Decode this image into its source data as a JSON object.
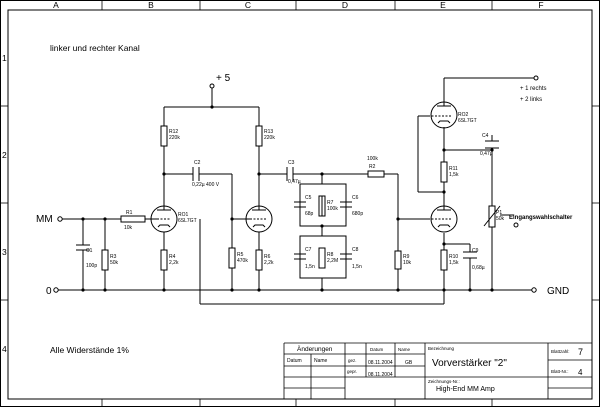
{
  "frame": {
    "columns": [
      "A",
      "B",
      "C",
      "D",
      "E",
      "F"
    ],
    "rows": [
      "1",
      "2",
      "3",
      "4"
    ]
  },
  "notes": {
    "top": "linker und rechter Kanal",
    "bottom": "Alle Widerstände 1%",
    "output1": "+ 1 rechts",
    "output2": "+ 2 links",
    "selector": "Eingangswahlschalter"
  },
  "nets": {
    "supply": "+ 5",
    "input": "MM",
    "ground_left": "0",
    "ground_right": "GND"
  },
  "components": {
    "R1": {
      "ref": "R1",
      "value": "10k"
    },
    "C1": {
      "ref": "C1",
      "value": "100p"
    },
    "R3": {
      "ref": "R3",
      "value": "50k"
    },
    "R12": {
      "ref": "R12",
      "value": "220k"
    },
    "RO1": {
      "ref": "RO1",
      "value": "6SL7GT"
    },
    "R4": {
      "ref": "R4",
      "value": "2,2k"
    },
    "C2": {
      "ref": "C2",
      "value": "0,22µ 400 V"
    },
    "R13": {
      "ref": "R13",
      "value": "220k"
    },
    "R5": {
      "ref": "R5",
      "value": "470k"
    },
    "R6": {
      "ref": "R6",
      "value": "2,2k"
    },
    "C3": {
      "ref": "C3",
      "value": "0,47µ"
    },
    "C5": {
      "ref": "C5",
      "value": "68p"
    },
    "R7": {
      "ref": "R7",
      "value": "100k"
    },
    "C6": {
      "ref": "C6",
      "value": "680p"
    },
    "C7": {
      "ref": "C7",
      "value": "1,5n"
    },
    "R8": {
      "ref": "R8",
      "value": "2,2M"
    },
    "C8": {
      "ref": "C8",
      "value": "1,5n"
    },
    "R2": {
      "ref": "R2",
      "value": "100k"
    },
    "R9": {
      "ref": "R9",
      "value": "10k"
    },
    "RO2": {
      "ref": "RO2",
      "value": "6SL7GT"
    },
    "C4": {
      "ref": "C4",
      "value": "0,47µ"
    },
    "R11": {
      "ref": "R11",
      "value": "1,5k"
    },
    "R10": {
      "ref": "R10",
      "value": "1,5k"
    },
    "C9": {
      "ref": "C9",
      "value": "0,68µ"
    },
    "P1": {
      "ref": "P1",
      "value": "50k"
    }
  },
  "title_block": {
    "changes_header": "Änderungen",
    "col_datum": "Datum",
    "col_name": "Name",
    "datum_header": "Datum",
    "name_header": "Name",
    "gez_label": "gez.",
    "gez_date": "08.11.2004",
    "gez_name": "GB",
    "gepr_label": "gepr.",
    "gepr_date": "08.11.2004",
    "bezeichnung_label": "Bezeichnung",
    "bezeichnung": "Vorverstärker \"2\"",
    "blattzahl_label": "Blattzahl:",
    "blattzahl": "7",
    "blatt_nr_label": "Blatt-Nr.:",
    "blatt_nr": "4",
    "zeichnungs_label": "Zeichnungs-Nr.:",
    "zeichnungs_nr": "High-End MM Amp"
  }
}
